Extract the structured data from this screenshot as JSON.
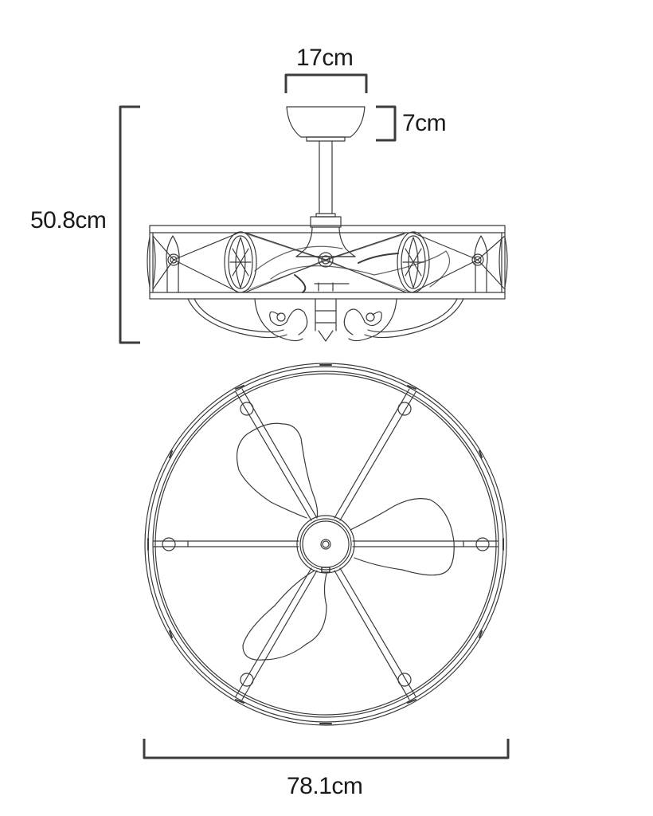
{
  "drawing": {
    "subject": "caged ceiling fan with light",
    "views": [
      {
        "name": "side-elevation",
        "description": "side view showing canopy, downrod, decorative drum cage and scroll arms"
      },
      {
        "name": "bottom-plan",
        "description": "bottom view showing circular cage, 6 spokes and 3-blade fan"
      }
    ],
    "line_color": "#3a3a3a",
    "dimension_color": "#3c3c3c",
    "background": "#ffffff"
  },
  "dimensions": {
    "canopy_width": {
      "label": "17cm",
      "value": 17,
      "unit": "cm"
    },
    "canopy_height": {
      "label": "7cm",
      "value": 7,
      "unit": "cm"
    },
    "overall_height": {
      "label": "50.8cm",
      "value": 50.8,
      "unit": "cm"
    },
    "overall_diameter": {
      "label": "78.1cm",
      "value": 78.1,
      "unit": "cm"
    }
  },
  "bottom_view": {
    "spoke_count": 6,
    "blade_count": 3
  }
}
